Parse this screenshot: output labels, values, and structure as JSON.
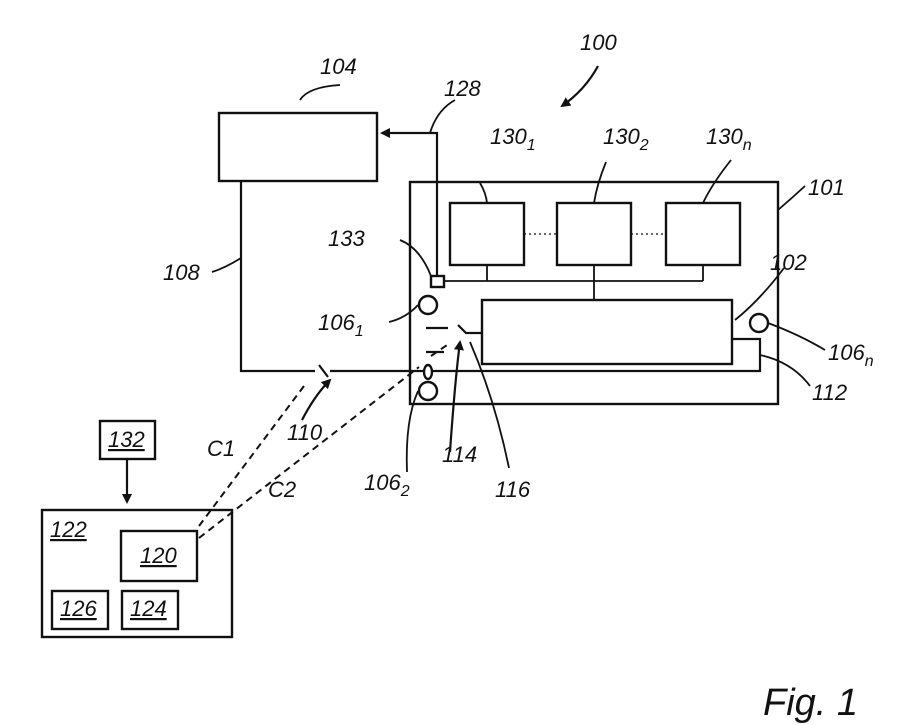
{
  "figure_label": "Fig. 1",
  "labels": {
    "system": "100",
    "housing": "101",
    "engine": "102",
    "controller": "104",
    "port1_main": "106",
    "port1_sub": "1",
    "port2_main": "106",
    "port2_sub": "2",
    "portn_main": "106",
    "portn_sub": "n",
    "line_108": "108",
    "valve_110": "110",
    "line_112": "112",
    "valve_114": "114",
    "valve_116": "116",
    "device_120": "120",
    "box_122": "122",
    "box_124": "124",
    "box_126": "126",
    "signal_128": "128",
    "unit1_main": "130",
    "unit1_sub": "1",
    "unit2_main": "130",
    "unit2_sub": "2",
    "unitn_main": "130",
    "unitn_sub": "n",
    "box_132": "132",
    "sensor_133": "133",
    "conn_c1": "C1",
    "conn_c2": "C2"
  }
}
